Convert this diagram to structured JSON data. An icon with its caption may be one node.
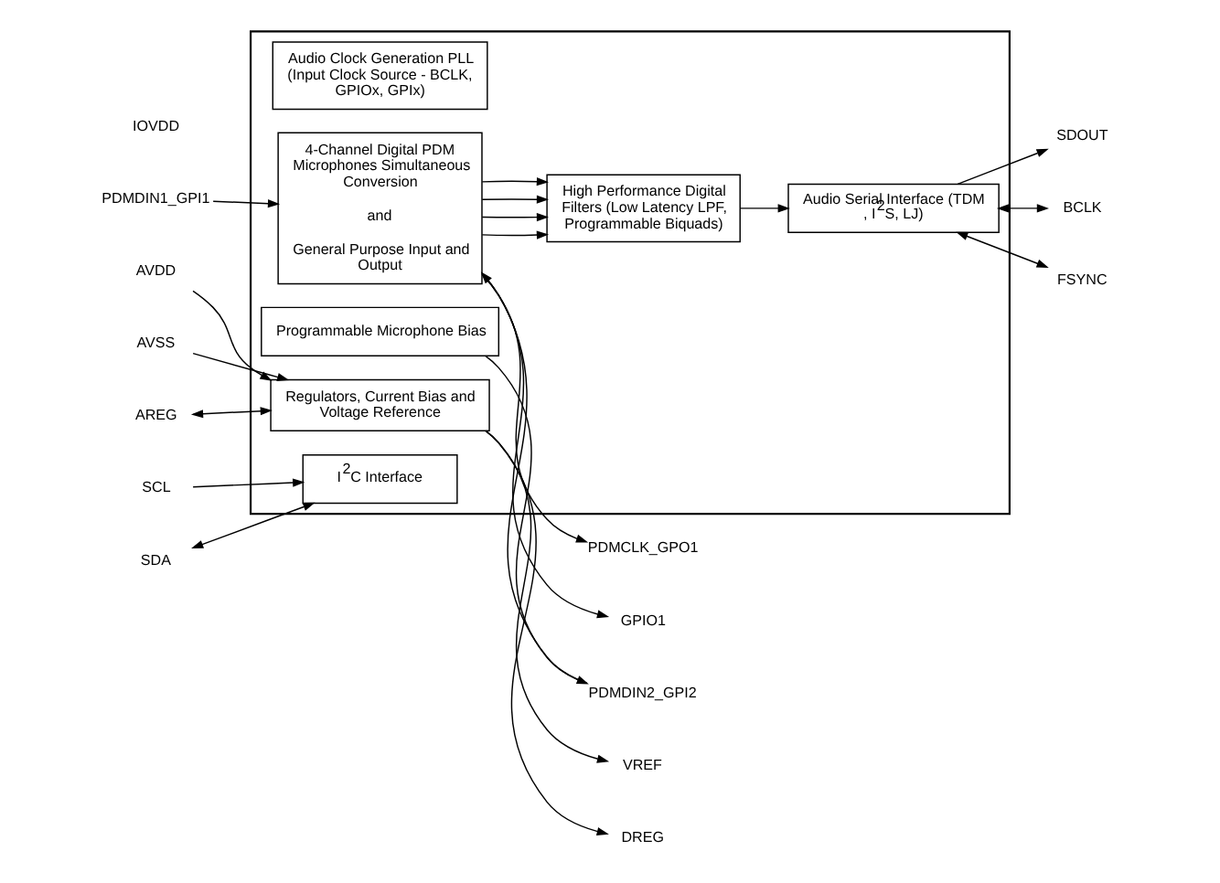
{
  "diagram": {
    "nodes": [
      {
        "text": [],
        "shape": "box"
      },
      {
        "text": [
          "Audio Clock Generation PLL (Input Clock Source - BCLK, GPIOx, GPIx)"
        ],
        "in": 0
      },
      {
        "text": [
          "4-Channel Digital PDM Microphones Simultaneous Conversion",
          "and",
          "General Purpose Input and Output"
        ],
        "in": 0
      },
      {
        "text": [
          "High Performance Digital Filters (Low Latency LPF, Programmable Biquads)"
        ],
        "in": 0
      },
      {
        "text": [
          "Audio Serial Interface (TDM , I$^{2}$S, LJ)"
        ],
        "in": 0
      },
      {
        "text": [
          "Programmable Microphone Bias"
        ],
        "in": 0
      },
      {
        "text": [
          "Regulators, Current Bias and Voltage Reference"
        ],
        "in": 0
      },
      {
        "text": [
          "I$^{2}$C Interface"
        ],
        "in": 0
      },
      {
        "text": [
          "PDMDIN1_GPI1"
        ]
      },
      {
        "text": [
          "PDMCLK_GPO1"
        ]
      },
      {
        "text": [
          "GPIO1"
        ]
      },
      {
        "text": [
          "PDMDIN2_GPI2"
        ]
      },
      {
        "text": [
          "SDOUT"
        ]
      },
      {
        "text": [
          "BCLK"
        ]
      },
      {
        "text": [
          "FSYNC"
        ]
      },
      {
        "text": [
          "IOVDD"
        ]
      },
      {
        "text": [
          "VREF"
        ]
      },
      {
        "text": [
          "AVDD"
        ]
      },
      {
        "text": [
          "AVSS"
        ]
      },
      {
        "text": [
          "AREG"
        ]
      },
      {
        "text": [
          "DREG"
        ]
      },
      {
        "text": [
          "SCL"
        ]
      },
      {
        "text": [
          "SDA"
        ]
      }
    ],
    "edges": [
      {
        "from": 8,
        "to": 2,
        "arrow": "to"
      },
      {
        "from": 2,
        "to": 9,
        "arrow": "to"
      },
      {
        "from": 2,
        "to": 10,
        "arrow": "to"
      },
      {
        "from": 11,
        "to": 2,
        "arrow": "both"
      },
      {
        "from": 5,
        "to": 11,
        "arrow": "none"
      },
      {
        "from": 2,
        "to": 3,
        "arrow": "to"
      },
      {
        "from": 2,
        "to": 3,
        "arrow": "to"
      },
      {
        "from": 2,
        "to": 3,
        "arrow": "to"
      },
      {
        "from": 2,
        "to": 3,
        "arrow": "to"
      },
      {
        "from": 3,
        "to": 4,
        "arrow": "to"
      },
      {
        "from": 4,
        "to": 12,
        "arrow": "to"
      },
      {
        "from": 4,
        "to": 13,
        "arrow": "both"
      },
      {
        "from": 4,
        "to": 14,
        "arrow": "both"
      },
      {
        "from": 6,
        "to": 16,
        "arrow": "to"
      },
      {
        "from": 17,
        "to": 6,
        "arrow": "to"
      },
      {
        "from": 18,
        "to": 6,
        "arrow": "to"
      },
      {
        "from": 19,
        "to": 6,
        "arrow": "both"
      },
      {
        "from": 6,
        "to": 20,
        "arrow": "to"
      },
      {
        "from": 21,
        "to": 7,
        "arrow": "to"
      },
      {
        "from": 22,
        "to": 7,
        "arrow": "both"
      }
    ]
  }
}
